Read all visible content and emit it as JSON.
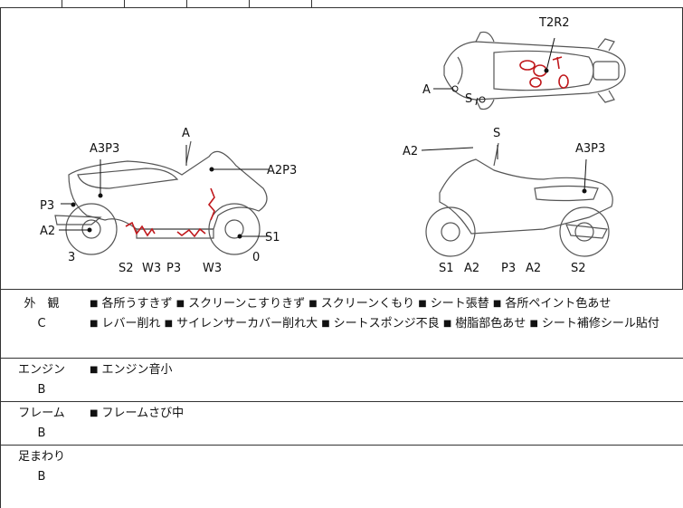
{
  "diagram": {
    "labels": {
      "top_view_right": "T2R2",
      "top_view_a": "A",
      "top_view_s": "S",
      "left_a": "A",
      "left_a3p3": "A3P3",
      "left_a2p3": "A2P3",
      "left_p3": "P3",
      "left_a2": "A2",
      "left_s1": "S1",
      "left_3": "3",
      "left_0": "0",
      "left_bottom": [
        "S2",
        "W3",
        "P3",
        "W3"
      ],
      "right_a2_top": "A2",
      "right_s": "S",
      "right_a3p3": "A3P3",
      "right_bottom": [
        "S1",
        "A2",
        "P3",
        "A2",
        "S2"
      ]
    }
  },
  "sections": [
    {
      "name": "外　観",
      "grade": "C",
      "items": [
        "各所うすきず",
        "スクリーンこすりきず",
        "スクリーンくもり",
        "シート張替",
        "各所ペイント色あせ",
        "レバー削れ",
        "サイレンサーカバー削れ大",
        "シートスポンジ不良",
        "樹脂部色あせ",
        "シート補修シール貼付"
      ]
    },
    {
      "name": "エンジン",
      "grade": "B",
      "items": [
        "エンジン音小"
      ]
    },
    {
      "name": "フレーム",
      "grade": "B",
      "items": [
        "フレームさび中"
      ]
    },
    {
      "name": "足まわり",
      "grade": "B",
      "items": []
    }
  ],
  "colors": {
    "line": "#333333",
    "damage": "#c0181c"
  }
}
